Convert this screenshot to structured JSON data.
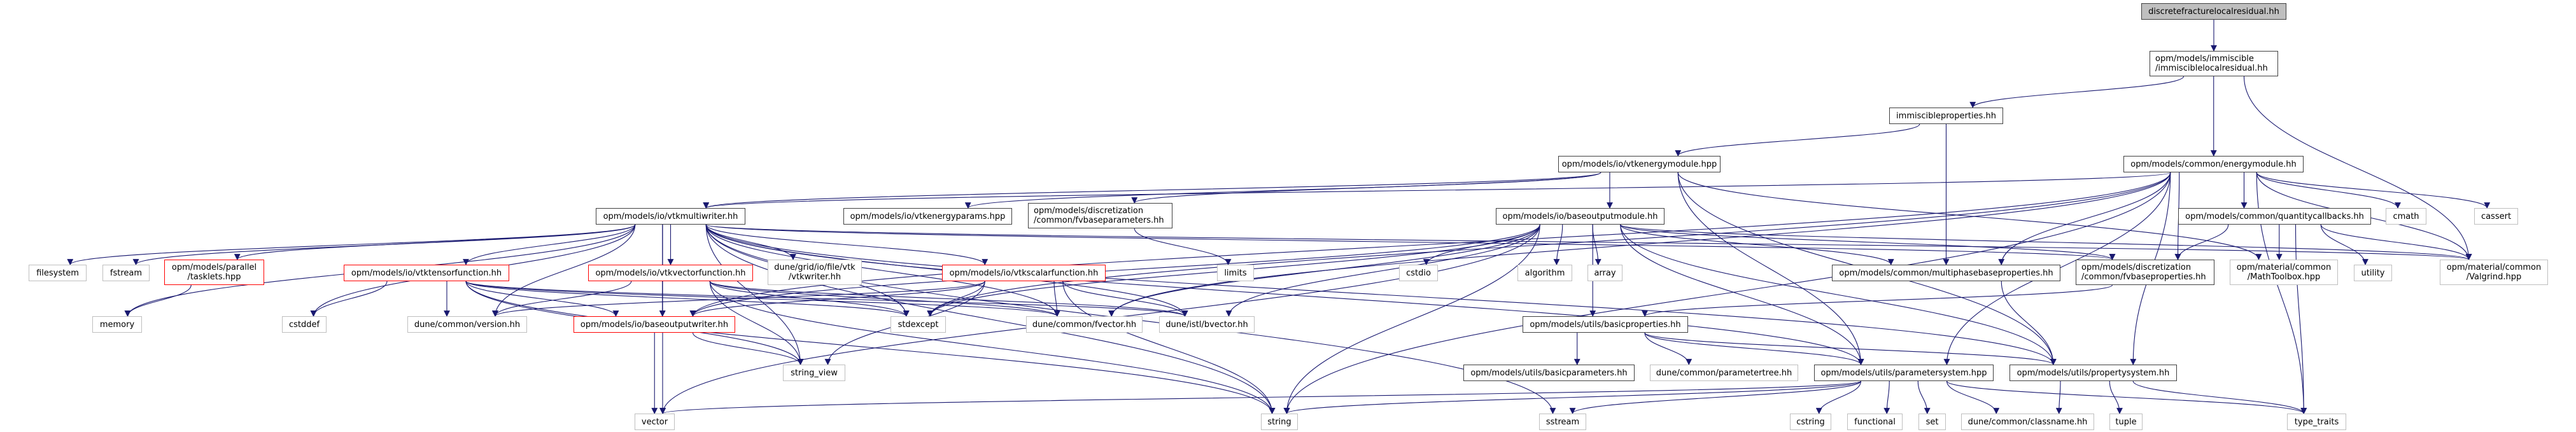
{
  "graph": {
    "edge_color": "#191970",
    "colors": {
      "root_fill": "#bfbfbf",
      "documented_border": "#404040",
      "external_border": "#bfbfbf",
      "truncated_border": "#ff0000"
    },
    "nodes": [
      {
        "id": "root",
        "label": "discretefracturelocalresidual.hh",
        "kind": "root"
      },
      {
        "id": "ilr",
        "label": "opm/models/immiscible\n/immisciblelocalresidual.hh",
        "kind": "black",
        "align": "left"
      },
      {
        "id": "ip",
        "label": "immiscibleproperties.hh",
        "kind": "black"
      },
      {
        "id": "vem",
        "label": "opm/models/io/vtkenergymodule.hpp",
        "kind": "black"
      },
      {
        "id": "em",
        "label": "opm/models/common/energymodule.hh",
        "kind": "black"
      },
      {
        "id": "vmw",
        "label": "opm/models/io/vtkmultiwriter.hh",
        "kind": "black"
      },
      {
        "id": "vep",
        "label": "opm/models/io/vtkenergyparams.hpp",
        "kind": "black"
      },
      {
        "id": "fbpar",
        "label": "opm/models/discretization\n/common/fvbaseparameters.hh",
        "kind": "black",
        "align": "left"
      },
      {
        "id": "bom",
        "label": "opm/models/io/baseoutputmodule.hh",
        "kind": "black"
      },
      {
        "id": "qc",
        "label": "opm/models/common/quantitycallbacks.hh",
        "kind": "black"
      },
      {
        "id": "cmath",
        "label": "cmath",
        "kind": "gray"
      },
      {
        "id": "cassert",
        "label": "cassert",
        "kind": "gray"
      },
      {
        "id": "fs",
        "label": "filesystem",
        "kind": "gray"
      },
      {
        "id": "fstream",
        "label": "fstream",
        "kind": "gray"
      },
      {
        "id": "tasklets",
        "label": "opm/models/parallel\n/tasklets.hpp",
        "kind": "red"
      },
      {
        "id": "vtf",
        "label": "opm/models/io/vtktensorfunction.hh",
        "kind": "red"
      },
      {
        "id": "vvf",
        "label": "opm/models/io/vtkvectorfunction.hh",
        "kind": "red"
      },
      {
        "id": "dgw",
        "label": "dune/grid/io/file/vtk\n/vtkwriter.hh",
        "kind": "gray"
      },
      {
        "id": "vsf",
        "label": "opm/models/io/vtkscalarfunction.hh",
        "kind": "red"
      },
      {
        "id": "limits",
        "label": "limits",
        "kind": "gray"
      },
      {
        "id": "cstdio",
        "label": "cstdio",
        "kind": "gray"
      },
      {
        "id": "algorithm",
        "label": "algorithm",
        "kind": "gray"
      },
      {
        "id": "array",
        "label": "array",
        "kind": "gray"
      },
      {
        "id": "mpbp",
        "label": "opm/models/common/multiphasebaseproperties.hh",
        "kind": "black"
      },
      {
        "id": "fbprop",
        "label": "opm/models/discretization\n/common/fvbaseproperties.hh",
        "kind": "black",
        "align": "left"
      },
      {
        "id": "mtb",
        "label": "opm/material/common\n/MathToolbox.hpp",
        "kind": "gray"
      },
      {
        "id": "utility",
        "label": "utility",
        "kind": "gray"
      },
      {
        "id": "valgrind",
        "label": "opm/material/common\n/Valgrind.hpp",
        "kind": "gray"
      },
      {
        "id": "memory",
        "label": "memory",
        "kind": "gray"
      },
      {
        "id": "cstddef",
        "label": "cstddef",
        "kind": "gray"
      },
      {
        "id": "version",
        "label": "dune/common/version.hh",
        "kind": "gray"
      },
      {
        "id": "bow",
        "label": "opm/models/io/baseoutputwriter.hh",
        "kind": "red"
      },
      {
        "id": "stdexcept",
        "label": "stdexcept",
        "kind": "gray"
      },
      {
        "id": "fvector",
        "label": "dune/common/fvector.hh",
        "kind": "gray"
      },
      {
        "id": "bvector",
        "label": "dune/istl/bvector.hh",
        "kind": "gray"
      },
      {
        "id": "bprops",
        "label": "opm/models/utils/basicproperties.hh",
        "kind": "black"
      },
      {
        "id": "string_view",
        "label": "string_view",
        "kind": "gray"
      },
      {
        "id": "bparams",
        "label": "opm/models/utils/basicparameters.hh",
        "kind": "black"
      },
      {
        "id": "ptree",
        "label": "dune/common/parametertree.hh",
        "kind": "gray"
      },
      {
        "id": "psys",
        "label": "opm/models/utils/parametersystem.hpp",
        "kind": "black"
      },
      {
        "id": "propsys",
        "label": "opm/models/utils/propertysystem.hh",
        "kind": "black"
      },
      {
        "id": "vector",
        "label": "vector",
        "kind": "gray"
      },
      {
        "id": "string",
        "label": "string",
        "kind": "gray"
      },
      {
        "id": "sstream",
        "label": "sstream",
        "kind": "gray"
      },
      {
        "id": "cstring",
        "label": "cstring",
        "kind": "gray"
      },
      {
        "id": "functional",
        "label": "functional",
        "kind": "gray"
      },
      {
        "id": "set",
        "label": "set",
        "kind": "gray"
      },
      {
        "id": "classname",
        "label": "dune/common/classname.hh",
        "kind": "gray"
      },
      {
        "id": "tuple",
        "label": "tuple",
        "kind": "gray"
      },
      {
        "id": "type_traits",
        "label": "type_traits",
        "kind": "gray"
      }
    ],
    "edges": [
      [
        "root",
        "ilr"
      ],
      [
        "ilr",
        "ip"
      ],
      [
        "ilr",
        "em"
      ],
      [
        "ilr",
        "valgrind"
      ],
      [
        "ip",
        "vem"
      ],
      [
        "ip",
        "mpbp"
      ],
      [
        "vem",
        "vmw"
      ],
      [
        "vem",
        "vep"
      ],
      [
        "vem",
        "fbpar"
      ],
      [
        "vem",
        "bom"
      ],
      [
        "vem",
        "psys"
      ],
      [
        "vem",
        "propsys"
      ],
      [
        "vem",
        "mtb"
      ],
      [
        "em",
        "mpbp"
      ],
      [
        "em",
        "fbprop"
      ],
      [
        "em",
        "qc"
      ],
      [
        "em",
        "cmath"
      ],
      [
        "em",
        "cassert"
      ],
      [
        "em",
        "valgrind"
      ],
      [
        "em",
        "type_traits"
      ],
      [
        "em",
        "string"
      ],
      [
        "em",
        "fvector"
      ],
      [
        "em",
        "stdexcept"
      ],
      [
        "em",
        "vmw"
      ],
      [
        "em",
        "bow"
      ],
      [
        "em",
        "psys"
      ],
      [
        "em",
        "propsys"
      ],
      [
        "qc",
        "fbprop"
      ],
      [
        "qc",
        "mtb"
      ],
      [
        "qc",
        "utility"
      ],
      [
        "qc",
        "valgrind"
      ],
      [
        "qc",
        "type_traits"
      ],
      [
        "fbpar",
        "limits"
      ],
      [
        "fbprop",
        "bprops"
      ],
      [
        "mpbp",
        "propsys"
      ],
      [
        "bom",
        "cstdio"
      ],
      [
        "bom",
        "algorithm"
      ],
      [
        "bom",
        "array"
      ],
      [
        "bom",
        "bprops"
      ],
      [
        "bom",
        "string"
      ],
      [
        "bom",
        "fvector"
      ],
      [
        "bom",
        "bvector"
      ],
      [
        "bom",
        "bow"
      ],
      [
        "bom",
        "psys"
      ],
      [
        "bom",
        "propsys"
      ],
      [
        "bom",
        "mpbp"
      ],
      [
        "bom",
        "fbprop"
      ],
      [
        "bom",
        "valgrind"
      ],
      [
        "bom",
        "vector"
      ],
      [
        "bom",
        "stdexcept"
      ],
      [
        "vmw",
        "fs"
      ],
      [
        "vmw",
        "fstream"
      ],
      [
        "vmw",
        "tasklets"
      ],
      [
        "vmw",
        "memory"
      ],
      [
        "vmw",
        "vector"
      ],
      [
        "vmw",
        "cstddef"
      ],
      [
        "vmw",
        "version"
      ],
      [
        "vmw",
        "vtf"
      ],
      [
        "vmw",
        "vvf"
      ],
      [
        "vmw",
        "dgw"
      ],
      [
        "vmw",
        "vsf"
      ],
      [
        "vmw",
        "bow"
      ],
      [
        "vmw",
        "string_view"
      ],
      [
        "vmw",
        "stdexcept"
      ],
      [
        "vmw",
        "fvector"
      ],
      [
        "vmw",
        "bvector"
      ],
      [
        "vmw",
        "string"
      ],
      [
        "vmw",
        "sstream"
      ],
      [
        "vmw",
        "psys"
      ],
      [
        "vmw",
        "propsys"
      ],
      [
        "vmw",
        "fbprop"
      ],
      [
        "vmw",
        "valgrind"
      ],
      [
        "tasklets",
        "memory"
      ],
      [
        "vtf",
        "cstddef"
      ],
      [
        "vtf",
        "version"
      ],
      [
        "vtf",
        "bow"
      ],
      [
        "vtf",
        "string_view"
      ],
      [
        "vtf",
        "string"
      ],
      [
        "vtf",
        "stdexcept"
      ],
      [
        "vtf",
        "fvector"
      ],
      [
        "vtf",
        "bvector"
      ],
      [
        "vvf",
        "bow"
      ],
      [
        "vvf",
        "string_view"
      ],
      [
        "vvf",
        "string"
      ],
      [
        "vvf",
        "stdexcept"
      ],
      [
        "vvf",
        "fvector"
      ],
      [
        "vvf",
        "bvector"
      ],
      [
        "vvf",
        "version"
      ],
      [
        "vsf",
        "bow"
      ],
      [
        "vsf",
        "string_view"
      ],
      [
        "vsf",
        "string"
      ],
      [
        "vsf",
        "stdexcept"
      ],
      [
        "vsf",
        "fvector"
      ],
      [
        "vsf",
        "bvector"
      ],
      [
        "vsf",
        "version"
      ],
      [
        "bow",
        "vector"
      ],
      [
        "bow",
        "string_view"
      ],
      [
        "bprops",
        "bparams"
      ],
      [
        "bprops",
        "ptree"
      ],
      [
        "bprops",
        "psys"
      ],
      [
        "bprops",
        "propsys"
      ],
      [
        "psys",
        "cstring"
      ],
      [
        "psys",
        "functional"
      ],
      [
        "psys",
        "set"
      ],
      [
        "psys",
        "classname"
      ],
      [
        "psys",
        "type_traits"
      ],
      [
        "psys",
        "string"
      ],
      [
        "psys",
        "sstream"
      ],
      [
        "psys",
        "vector"
      ],
      [
        "propsys",
        "classname"
      ],
      [
        "propsys",
        "tuple"
      ],
      [
        "propsys",
        "type_traits"
      ]
    ]
  }
}
